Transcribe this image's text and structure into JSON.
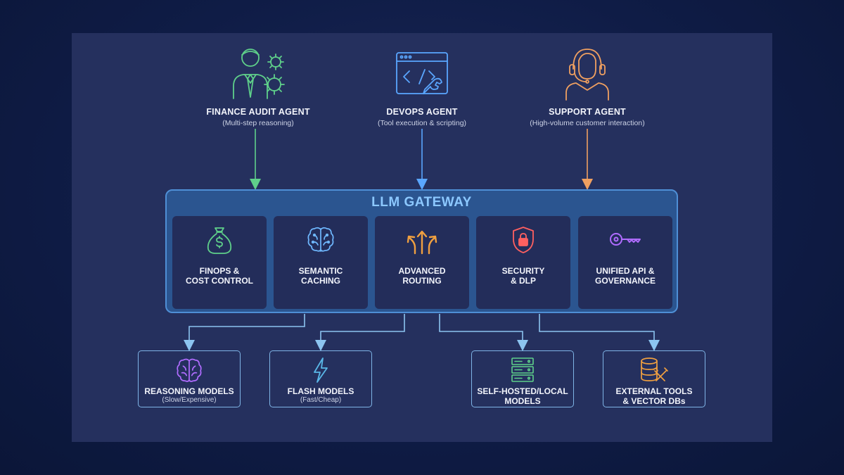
{
  "agents": [
    {
      "title": "FINANCE AUDIT AGENT",
      "subtitle": "(Multi-step reasoning)",
      "icon": "businessman-gears-icon",
      "color": "#5fd08a"
    },
    {
      "title": "DEVOPS AGENT",
      "subtitle": "(Tool execution & scripting)",
      "icon": "code-window-wrench-icon",
      "color": "#5aa6ff"
    },
    {
      "title": "SUPPORT AGENT",
      "subtitle": "(High-volume customer interaction)",
      "icon": "headset-person-icon",
      "color": "#f0a060"
    }
  ],
  "gateway": {
    "title": "LLM GATEWAY",
    "modules": [
      {
        "label_line1": "FINOPS &",
        "label_line2": "COST CONTROL",
        "icon": "money-bag-icon",
        "color": "#5fd08a"
      },
      {
        "label_line1": "SEMANTIC",
        "label_line2": "CACHING",
        "icon": "brain-icon",
        "color": "#6fb8ff"
      },
      {
        "label_line1": "ADVANCED",
        "label_line2": "ROUTING",
        "icon": "split-arrows-icon",
        "color": "#f0a040"
      },
      {
        "label_line1": "SECURITY",
        "label_line2": "& DLP",
        "icon": "shield-lock-icon",
        "color": "#ff6060"
      },
      {
        "label_line1": "UNIFIED API &",
        "label_line2": "GOVERNANCE",
        "icon": "key-icon",
        "color": "#b06cff"
      }
    ]
  },
  "targets": [
    {
      "label_line1": "REASONING MODELS",
      "label_line2": "",
      "subtitle": "(Slow/Expensive)",
      "icon": "brain-icon",
      "color": "#b06cff"
    },
    {
      "label_line1": "FLASH MODELS",
      "label_line2": "",
      "subtitle": "(Fast/Cheap)",
      "icon": "lightning-icon",
      "color": "#5ab8e8"
    },
    {
      "label_line1": "SELF-HOSTED/LOCAL",
      "label_line2": "MODELS",
      "subtitle": "",
      "icon": "server-rack-icon",
      "color": "#5fd08a"
    },
    {
      "label_line1": "EXTERNAL TOOLS",
      "label_line2": "& VECTOR DBs",
      "subtitle": "",
      "icon": "database-tools-icon",
      "color": "#f0a040"
    }
  ]
}
